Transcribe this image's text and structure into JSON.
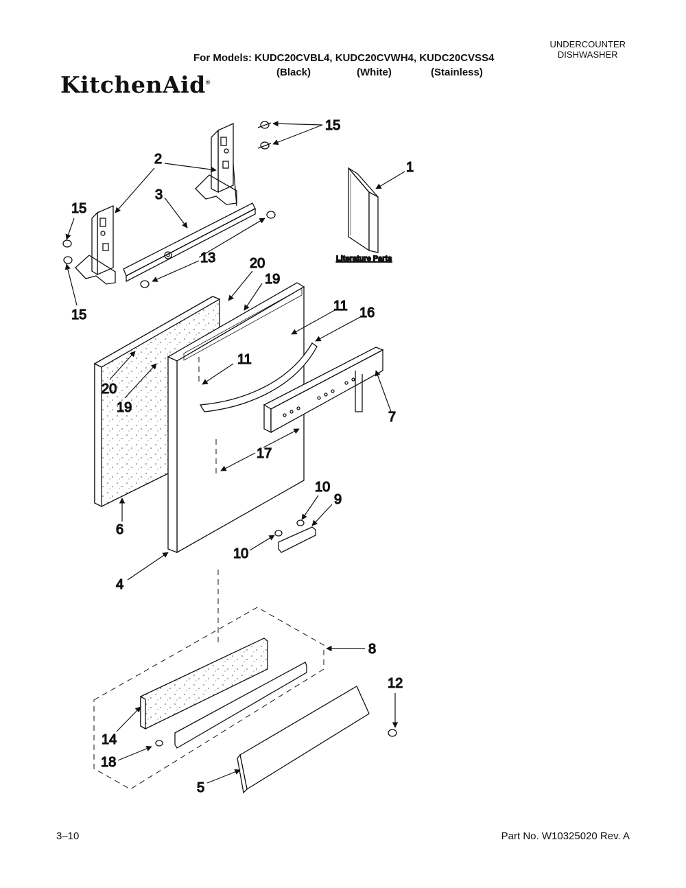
{
  "header": {
    "category_line1": "UNDERCOUNTER",
    "category_line2": "DISHWASHER",
    "models_line": "For Models: KUDC20CVBL4, KUDC20CVWH4, KUDC20CVSS4",
    "variants": [
      "(Black)",
      "(White)",
      "(Stainless)"
    ],
    "brand": "KitchenAid",
    "brand_mark": "®"
  },
  "diagram": {
    "literature_label": "Literature Parts",
    "callouts": [
      "15",
      "2",
      "1",
      "3",
      "15",
      "13",
      "15",
      "20",
      "19",
      "11",
      "16",
      "11",
      "20",
      "19",
      "7",
      "17",
      "10",
      "9",
      "10",
      "6",
      "4",
      "8",
      "12",
      "14",
      "18",
      "5"
    ]
  },
  "footer": {
    "page_number": "3–10",
    "part_number": "Part No. W10325020 Rev. A"
  },
  "colors": {
    "ink": "#111111",
    "paper": "#ffffff"
  }
}
